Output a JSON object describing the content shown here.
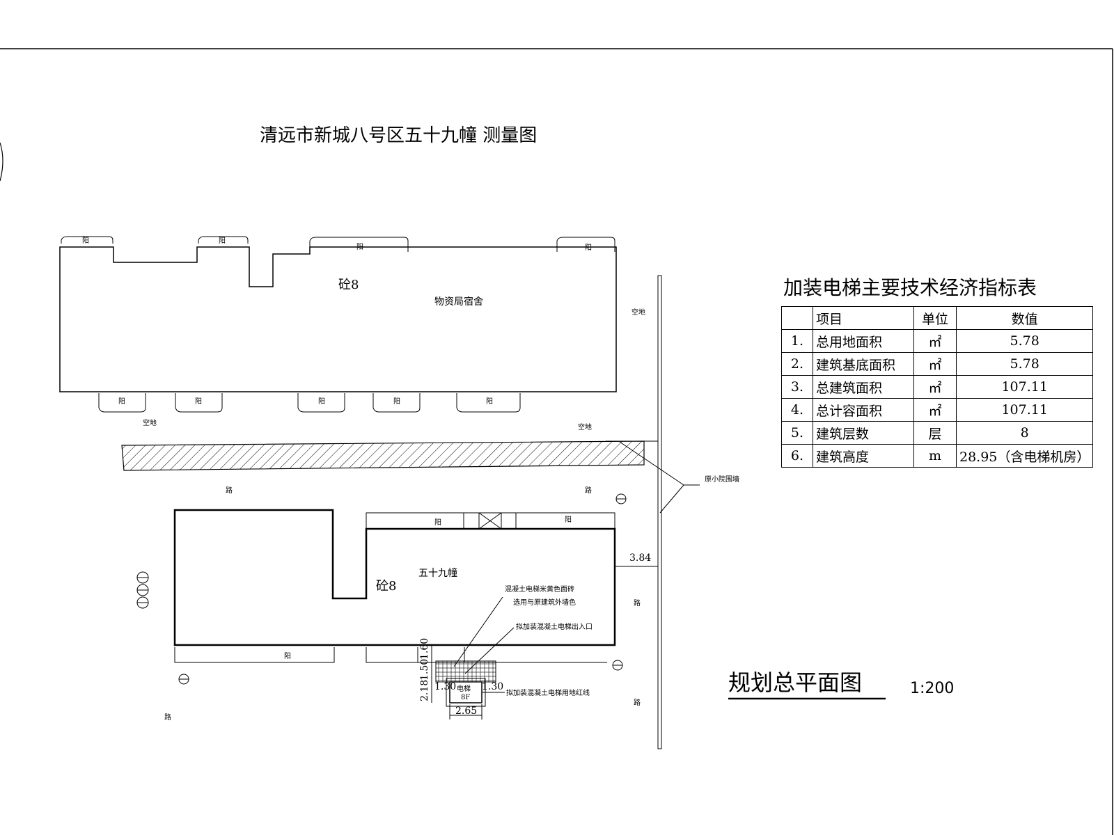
{
  "title": "清远市新城八号区五十九幢 测量图",
  "north_building": {
    "material": "砼8",
    "name": "物资局宿舍",
    "balcony": "阳",
    "open_space": "空地"
  },
  "strip": {
    "left_label": "",
    "right_label": "",
    "wall_label": "原小院围墙"
  },
  "south_building": {
    "material": "砼8",
    "name": "五十九幢",
    "balcony": "阳",
    "dim_right": "3.84",
    "note_paving_1": "混凝土电梯米黄色面砖",
    "note_paving_2": "选用与原建筑外墙色",
    "note_entrance": "拟加装混凝土电梯出入口",
    "note_redline": "拟加装混凝土电梯用地红线",
    "elevator_label": "电梯",
    "elevator_floors": "8F",
    "dims": {
      "d1": "1.60",
      "d2": "1.50",
      "d3": "2.18",
      "d4": "1.30",
      "d5": "1.30",
      "d6": "2.65"
    }
  },
  "road_label": "路",
  "index_table": {
    "title": "加装电梯主要技术经济指标表",
    "headers": [
      "",
      "项目",
      "单位",
      "数值"
    ],
    "rows": [
      {
        "no": "1.",
        "item": "总用地面积",
        "unit": "㎡",
        "value": "5.78"
      },
      {
        "no": "2.",
        "item": "建筑基底面积",
        "unit": "㎡",
        "value": "5.78"
      },
      {
        "no": "3.",
        "item": "总建筑面积",
        "unit": "㎡",
        "value": "107.11"
      },
      {
        "no": "4.",
        "item": "总计容面积",
        "unit": "㎡",
        "value": "107.11"
      },
      {
        "no": "5.",
        "item": "建筑层数",
        "unit": "层",
        "value": "8"
      },
      {
        "no": "6.",
        "item": "建筑高度",
        "unit": "m",
        "value": "28.95（含电梯机房）"
      }
    ]
  },
  "plan_title": "规划总平面图",
  "scale": "1:200"
}
